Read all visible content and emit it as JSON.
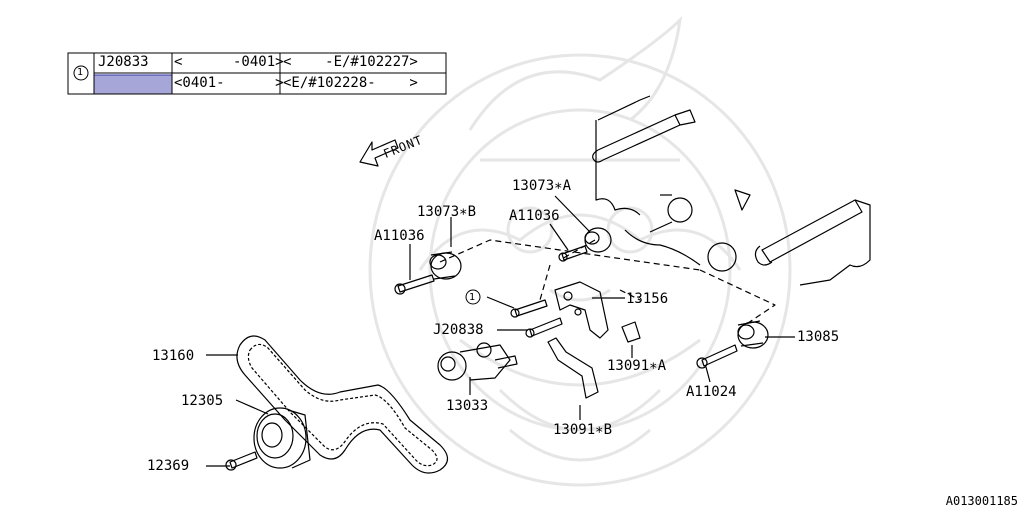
{
  "table": {
    "marker": "1",
    "part_number": "J20833",
    "highlight_color": "#a6a6d9",
    "rows": [
      {
        "date_range": "<      -0401>",
        "serial_range": "<    -E/#102227>"
      },
      {
        "date_range": "<0401-      >",
        "serial_range": "<E/#102228-    >"
      }
    ]
  },
  "front_label": "FRONT",
  "callouts": {
    "c13073b": "13073∗B",
    "a11036_left": "A11036",
    "c13073a": "13073∗A",
    "a11036_mid": "A11036",
    "c13156": "13156",
    "marker_ref": "1",
    "j20838": "J20838",
    "c13160": "13160",
    "c12305": "12305",
    "c12369": "12369",
    "c13033": "13033",
    "c13091a": "13091∗A",
    "c13091b": "13091∗B",
    "c13085": "13085",
    "a11024": "A11024"
  },
  "reference_code": "A013001185",
  "colors": {
    "line": "#000000",
    "watermark": "#e6e6e6",
    "highlight": "#a6a6d9"
  }
}
